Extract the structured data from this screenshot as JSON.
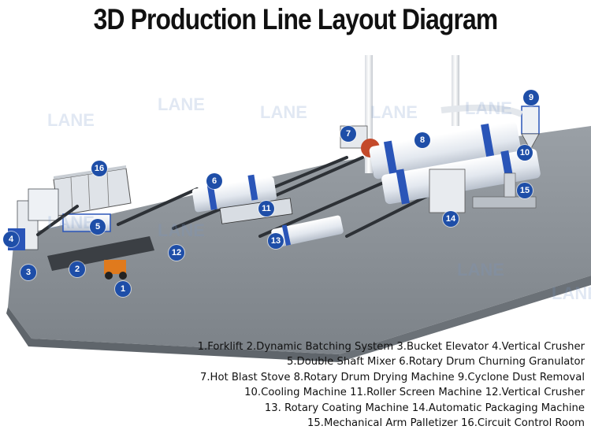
{
  "title": "3D Production Line Layout Diagram",
  "brand": {
    "watermark_text": "LANE",
    "marker_color": "#1e4ea8",
    "accent_blue": "#2a55b8",
    "machine_white": "#eef1f5",
    "floor_color": "#8a9096"
  },
  "markers": [
    "1",
    "2",
    "3",
    "4",
    "5",
    "6",
    "7",
    "8",
    "9",
    "10",
    "11",
    "12",
    "13",
    "14",
    "15",
    "16"
  ],
  "legend": [
    "1.Forklift  2.Dynamic Batching System  3.Bucket Elevator  4.Vertical Crusher",
    "5.Double Shaft Mixer  6.Rotary Drum Churning Granulator",
    "7.Hot Blast Stove  8.Rotary Drum Drying Machine 9.Cyclone Dust Removal",
    "10.Cooling Machine 11.Roller Screen Machine 12.Vertical Crusher",
    "13. Rotary Coating Machine 14.Automatic Packaging Machine",
    "15.Mechanical Arm Palletizer 16.Circuit Control Room"
  ]
}
